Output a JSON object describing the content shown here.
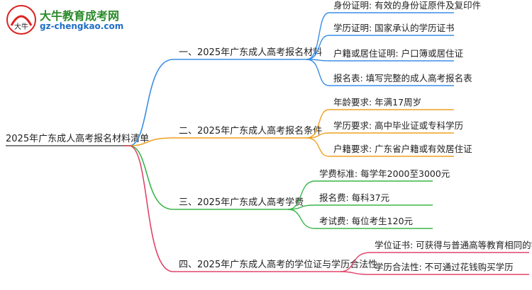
{
  "logo": {
    "title": "大牛教育成考网",
    "url": "gz-chengkao.com",
    "mark_text": "大牛"
  },
  "root": {
    "label": "2025年广东成人高考报名材料清单"
  },
  "colors": {
    "blue": "#3a8ee6",
    "orange": "#f0a020",
    "green": "#3ab54a",
    "red": "#e0456a",
    "root_line": "#333333"
  },
  "branches": [
    {
      "label": "一、2025年广东成人高考报名材料",
      "color": "blue",
      "children": [
        "身份证明: 有效的身份证原件及复印件",
        "学历证明: 国家承认的学历证书",
        "户籍或居住证明: 户口簿或居住证",
        "报名表: 填写完整的成人高考报名表"
      ]
    },
    {
      "label": "二、2025年广东成人高考报名条件",
      "color": "orange",
      "children": [
        "年龄要求: 年满17周岁",
        "学历要求: 高中毕业证或专科学历",
        "户籍要求: 广东省户籍或有效居住证"
      ]
    },
    {
      "label": "三、2025年广东成人高考学费",
      "color": "green",
      "children": [
        "学费标准: 每学年2000至3000元",
        "报名费: 每科37元",
        "考试费: 每位考生120元"
      ]
    },
    {
      "label": "四、2025年广东成人高考的学位证与学历合法性",
      "color": "red",
      "children": [
        "学位证书: 可获得与普通高等教育相同的学位证",
        "学历合法性: 不可通过花钱购买学历"
      ]
    }
  ]
}
